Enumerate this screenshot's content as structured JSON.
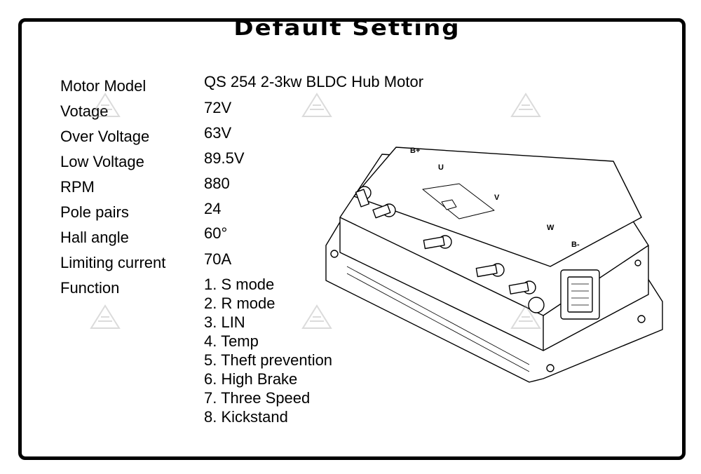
{
  "title": "Default Setting",
  "specs": [
    {
      "label": "Motor Model",
      "value": "QS 254 2-3kw BLDC Hub Motor"
    },
    {
      "label": "Votage",
      "value": "72V"
    },
    {
      "label": "Over Voltage",
      "value": "63V"
    },
    {
      "label": "Low Voltage",
      "value": "89.5V"
    },
    {
      "label": "RPM",
      "value": "880"
    },
    {
      "label": "Pole pairs",
      "value": "24"
    },
    {
      "label": "Hall angle",
      "value": "60°"
    },
    {
      "label": "Limiting current",
      "value": "70A"
    }
  ],
  "function": {
    "label": "Function",
    "items": [
      "1. S mode",
      "2. R mode",
      "3. LIN",
      "4. Temp",
      "5. Theft prevention",
      "6. High Brake",
      "7. Three Speed",
      "8. Kickstand"
    ]
  },
  "controller_labels": {
    "b_plus": "B+",
    "u": "U",
    "v": "V",
    "w": "W",
    "b_minus": "B-"
  }
}
